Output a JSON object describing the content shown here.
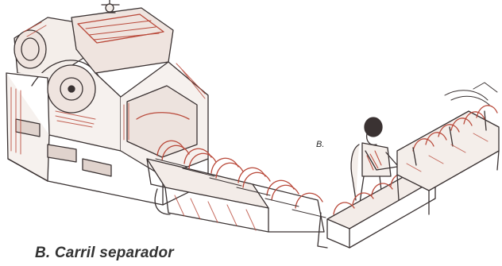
{
  "illustration": {
    "subject": "bread-slicing-machine-with-separator-rail",
    "ink_colors": {
      "line": "#3a3232",
      "shade": "#b9493a",
      "fill": "#e9dcd6"
    }
  },
  "labels": {
    "marker": "B.",
    "caption": "B. Carril separador"
  }
}
